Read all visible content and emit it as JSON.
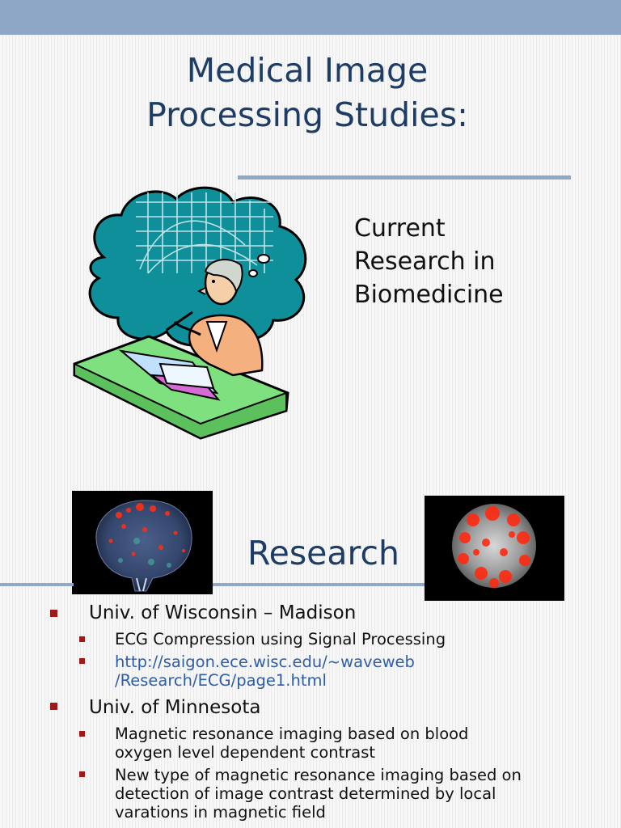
{
  "slide1": {
    "title_lines": [
      "Medical Image",
      "Processing Studies:"
    ],
    "subtitle_lines": [
      "Current",
      "Research in",
      "Biomedicine"
    ],
    "clipart_icon": "thinking-researcher-clipart"
  },
  "slide2": {
    "title": "Research",
    "images": {
      "left": "brain-scan-image",
      "right": "brain-scan-image"
    },
    "items": [
      {
        "text": "Univ. of Wisconsin – Madison",
        "sub": [
          {
            "lines": [
              "ECG Compression using Signal Processing"
            ],
            "link": false
          },
          {
            "lines": [
              "http://saigon.ece.wisc.edu/~waveweb",
              "/Research/ECG/page1.html"
            ],
            "link": true
          }
        ]
      },
      {
        "text": "Univ. of Minnesota",
        "sub": [
          {
            "lines": [
              "Magnetic resonance imaging based on blood",
              "oxygen level dependent contrast"
            ],
            "link": false
          },
          {
            "lines": [
              "New type of magnetic resonance imaging based on",
              "detection of image contrast determined by local",
              "varations in magnetic field"
            ],
            "link": false
          }
        ]
      }
    ]
  },
  "colors": {
    "title": "#1d3d66",
    "accent_bar": "#8ea7c6",
    "rule": "#90a8c8",
    "bullet": "#a01818",
    "link": "#2e5ea8"
  }
}
